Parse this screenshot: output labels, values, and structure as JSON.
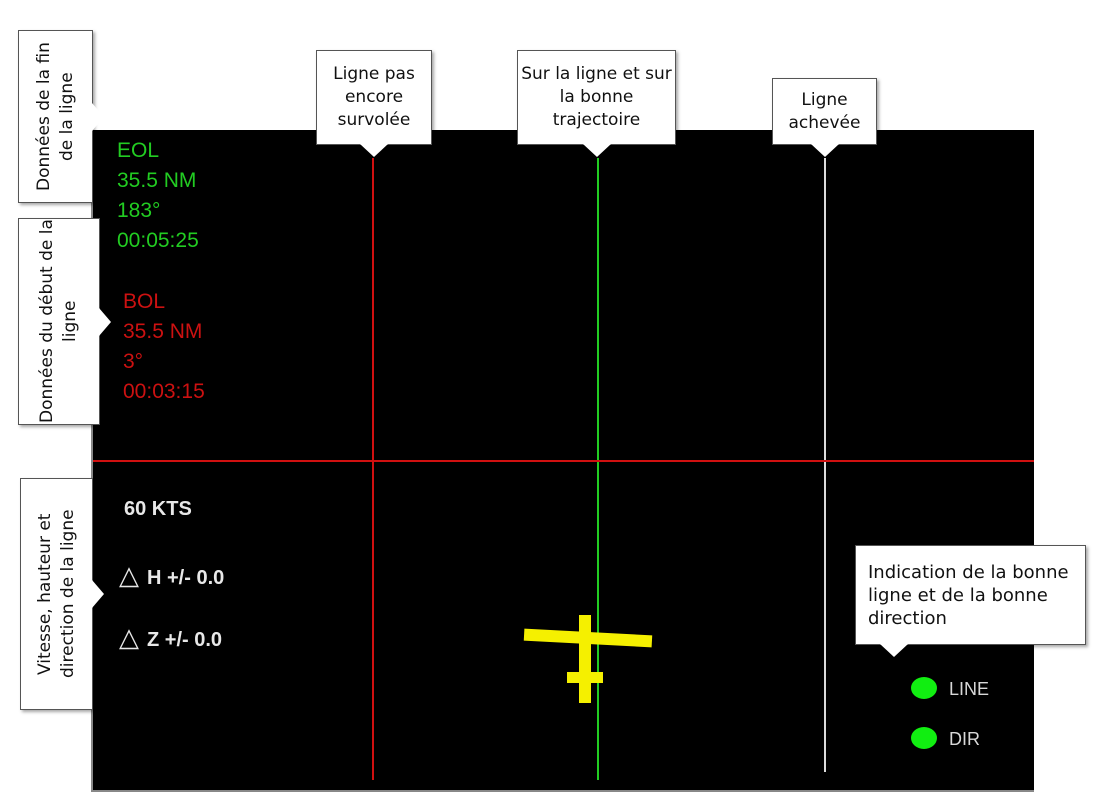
{
  "callouts": {
    "end_data": "Données de la fin de la ligne",
    "start_data": "Données du début de la ligne",
    "speed_height_dir": "Vitesse, hauteur et direction de la ligne",
    "not_flown": "Ligne pas encore survolée",
    "on_track": "Sur la ligne et sur la bonne trajectoire",
    "completed": "Ligne achevée",
    "indicator": "Indication de la bonne ligne et de la bonne direction"
  },
  "eol": {
    "label": "EOL",
    "distance": "35.5 NM",
    "heading": "183°",
    "time": "00:05:25"
  },
  "bol": {
    "label": "BOL",
    "distance": "35.5 NM",
    "heading": "3°",
    "time": "00:03:15"
  },
  "flight": {
    "speed": "60 KTS",
    "delta_symbol": "△",
    "height": "H +/- 0.0",
    "direction": "Z +/- 0.0"
  },
  "indicators": [
    {
      "label": "LINE",
      "color": "#11ee11"
    },
    {
      "label": "DIR",
      "color": "#11ee11"
    }
  ],
  "colors": {
    "not_flown": "#d01010",
    "on_track": "#22cc22",
    "completed": "#dddddd",
    "aircraft": "#f5f000"
  }
}
